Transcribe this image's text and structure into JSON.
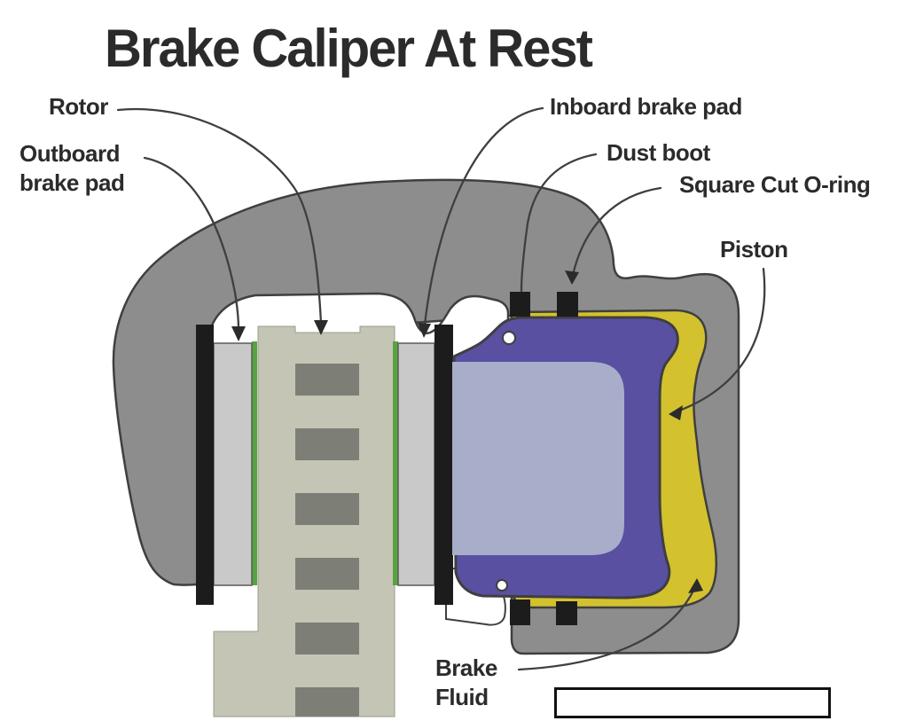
{
  "title": "Brake Caliper At Rest",
  "labels": {
    "rotor": "Rotor",
    "outboard_line1": "Outboard",
    "outboard_line2": "brake pad",
    "inboard": "Inboard brake pad",
    "dust_boot": "Dust boot",
    "o_ring": "Square Cut O-ring",
    "piston": "Piston",
    "fluid_line1": "Brake",
    "fluid_line2": "Fluid"
  },
  "caption_box": {
    "text": ""
  },
  "colors": {
    "caliper_body": "#8d8d8d",
    "outline": "#3f3f3f",
    "rotor": "#c4c5b5",
    "rotor_vents": "#7d7e76",
    "brake_pad": "#c9c9c9",
    "pad_backing": "#1c1c1c",
    "pad_liner_green": "#57a33f",
    "brake_fluid": "#d3c12e",
    "piston": "#5950a2",
    "piston_face": "#a8adca",
    "label_text": "#2b2b2b"
  }
}
